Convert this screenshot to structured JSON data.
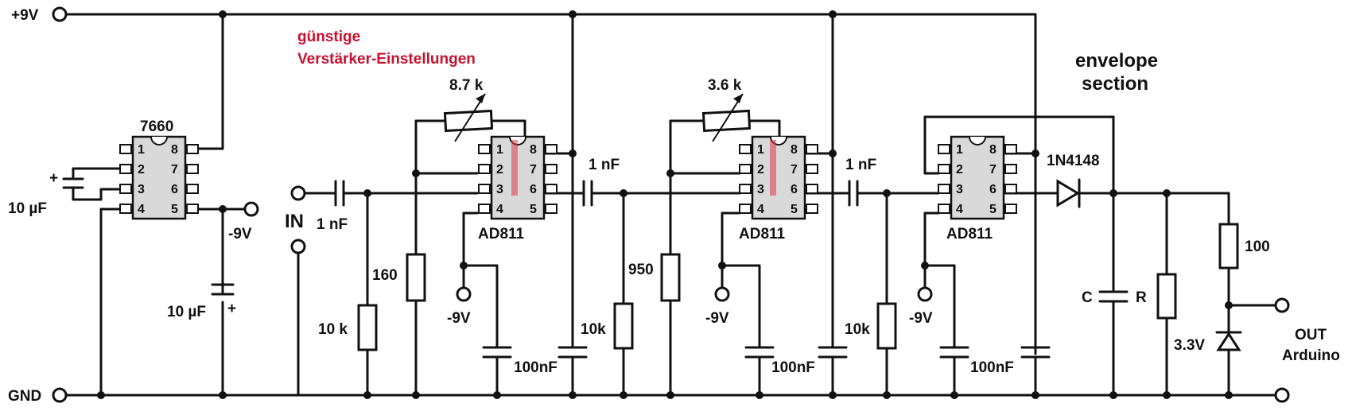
{
  "rails": {
    "vplus": "+9V",
    "gnd": "GND"
  },
  "converter": {
    "name": "7660",
    "pins": [
      "1",
      "2",
      "3",
      "4",
      "8",
      "7",
      "6",
      "5"
    ],
    "cap_label": "10 µF",
    "out_label": "-9V",
    "cap2_label": "10 µF",
    "plus": "+"
  },
  "input": {
    "label": "IN",
    "coupling": "1 nF"
  },
  "note": {
    "line1": "günstige",
    "line2": "Verstärker-Einstellungen"
  },
  "stage1": {
    "ic": "AD811",
    "feedback": "8.7 k",
    "r_gain": "160",
    "r_bias": "10 k",
    "neg": "-9V",
    "bypass": "100nF",
    "coupling_out": "1 nF"
  },
  "stage2": {
    "ic": "AD811",
    "feedback": "3.6 k",
    "r_gain": "950",
    "r_bias": "10k",
    "neg": "-9V",
    "bypass": "100nF",
    "coupling_out": "1 nF"
  },
  "stage3": {
    "ic": "AD811",
    "r_bias": "10k",
    "neg": "-9V",
    "bypass": "100nF"
  },
  "envelope": {
    "title1": "envelope",
    "title2": "section",
    "diode": "1N4148",
    "c": "C",
    "r": "R",
    "r_series": "100",
    "zener": "3.3V",
    "out1": "OUT",
    "out2": "Arduino"
  },
  "ic_pins": [
    "1",
    "2",
    "3",
    "4",
    "8",
    "7",
    "6",
    "5"
  ]
}
